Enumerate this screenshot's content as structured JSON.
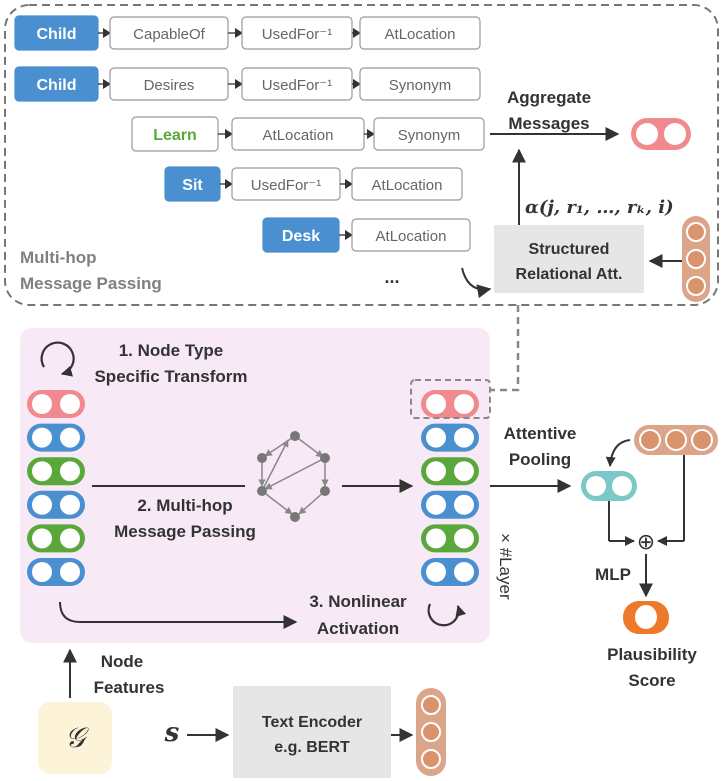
{
  "multihop": {
    "title_line1": "Multi-hop",
    "title_line2": "Message Passing",
    "paths": [
      {
        "start": "Child",
        "relations": [
          "CapableOf",
          "UsedFor⁻¹",
          "AtLocation"
        ]
      },
      {
        "start": "Child",
        "relations": [
          "Desires",
          "UsedFor⁻¹",
          "Synonym"
        ]
      },
      {
        "start": "Learn",
        "relations": [
          "AtLocation",
          "Synonym"
        ]
      },
      {
        "start": "Sit",
        "relations": [
          "UsedFor⁻¹",
          "AtLocation"
        ]
      },
      {
        "start": "Desk",
        "relations": [
          "AtLocation"
        ]
      }
    ],
    "ellipsis": "...",
    "aggregate_line1": "Aggregate",
    "aggregate_line2": "Messages",
    "alpha_formula": "α(j, r₁, …, rₖ, i)",
    "structured_att_line1": "Structured",
    "structured_att_line2": "Relational Att."
  },
  "gnn": {
    "step1_line1": "1. Node Type",
    "step1_line2": "Specific Transform",
    "step2_line1": "2. Multi-hop",
    "step2_line2": "Message Passing",
    "step3_line1": "3. Nonlinear",
    "step3_line2": "Activation",
    "layer_label": "× #Layer",
    "node_colors_left": [
      "pink",
      "blue",
      "green",
      "blue",
      "green",
      "blue"
    ],
    "node_colors_right": [
      "pink",
      "blue",
      "green",
      "blue",
      "green",
      "blue"
    ]
  },
  "pooling": {
    "label_line1": "Attentive",
    "label_line2": "Pooling",
    "plus_symbol": "⊕",
    "mlp_label": "MLP",
    "score_line1": "Plausibility",
    "score_line2": "Score"
  },
  "inputs": {
    "node_features_line1": "Node",
    "node_features_line2": "Features",
    "graph_symbol": "𝒢",
    "statement_symbol": "s",
    "text_encoder_line1": "Text Encoder",
    "text_encoder_line2": "e.g. BERT"
  },
  "colors": {
    "pink": "#f08a8f",
    "blue": "#4a8fd0",
    "green": "#5aa83c",
    "teal": "#7cc8c8",
    "orange": "#ec7a2a",
    "tan": "#dba58a",
    "concept_blue": "#4a8fd0",
    "learn_green": "#5aa83c",
    "purple_bg": "#f7e9f6",
    "gray_box": "#e6e6e6",
    "graph_bg": "#fdf3d8",
    "text": "#333333",
    "muted_text": "#808080"
  }
}
